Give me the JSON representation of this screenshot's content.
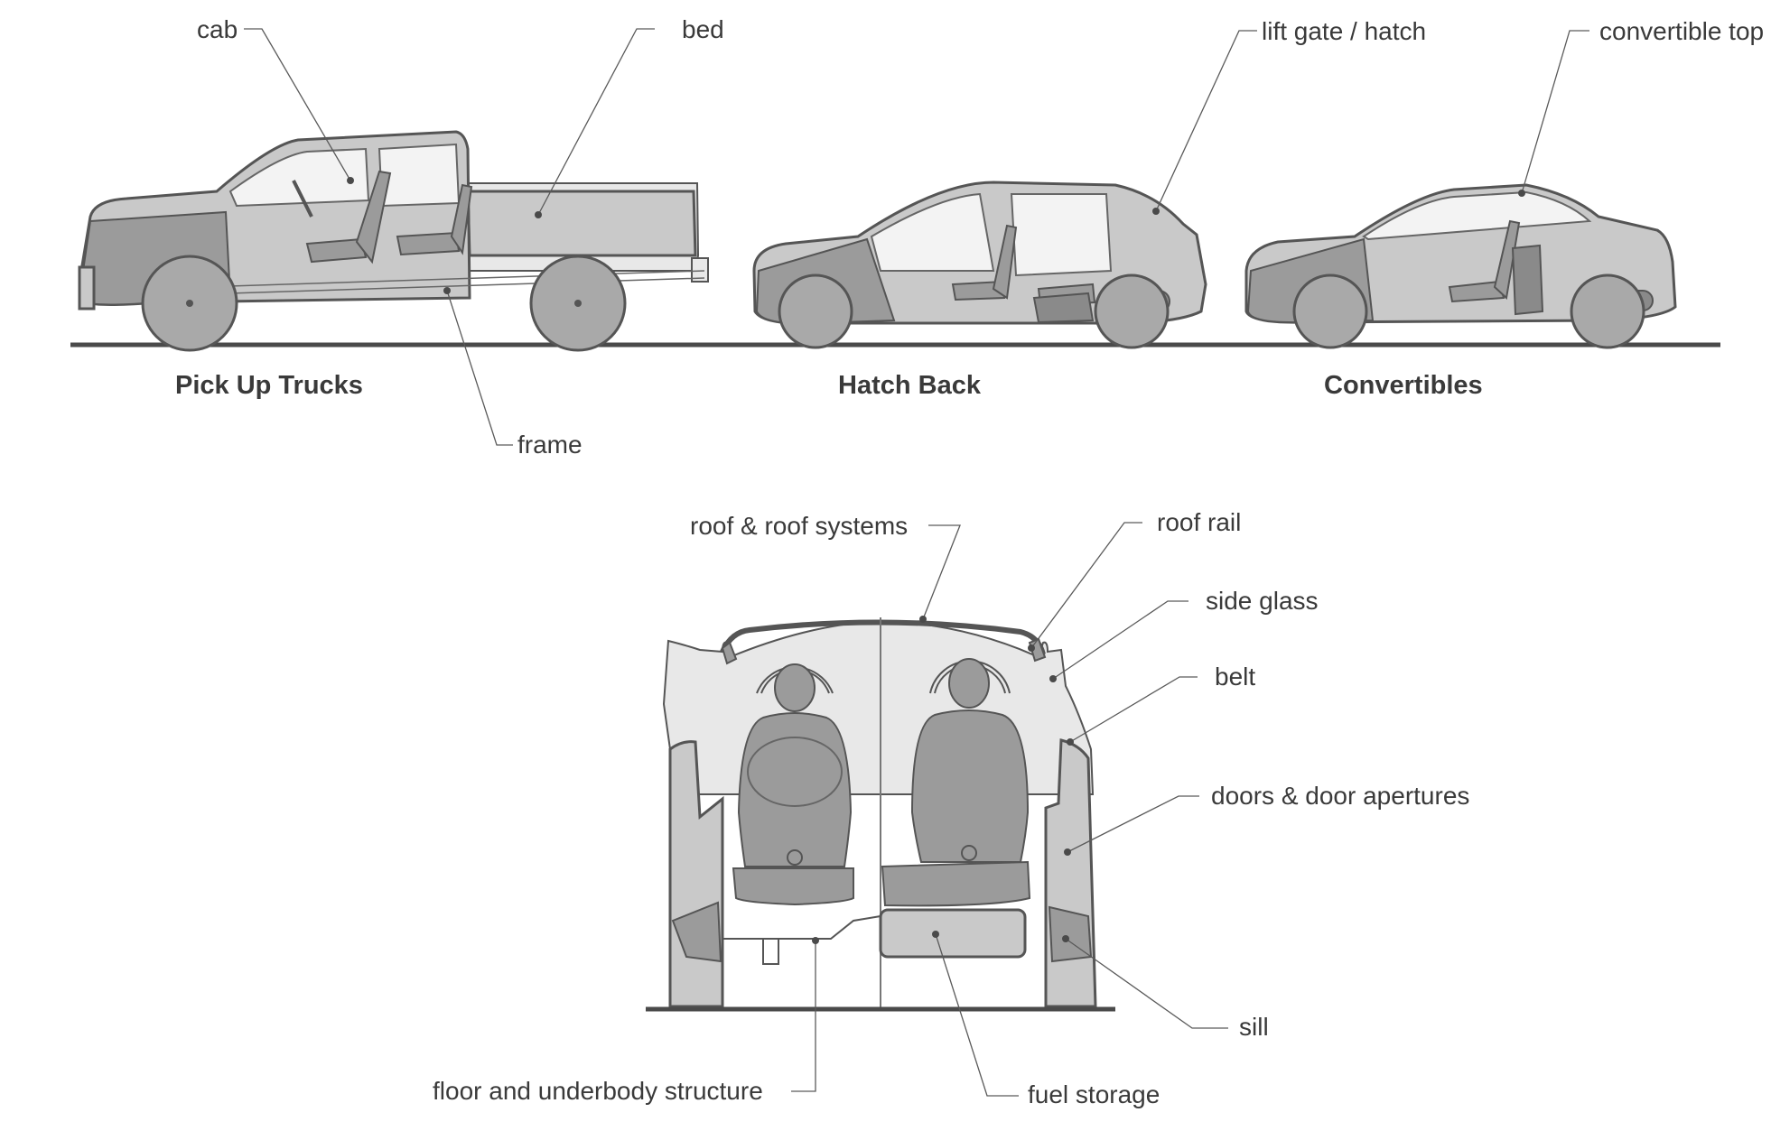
{
  "vehicles": {
    "pickup_title": "Pick Up Trucks",
    "hatchback_title": "Hatch Back",
    "convertible_title": "Convertibles"
  },
  "side_labels": {
    "cab": "cab",
    "bed": "bed",
    "frame": "frame",
    "lift_gate": "lift gate / hatch",
    "convertible_top": "convertible top"
  },
  "cross_section_labels": {
    "roof_systems": "roof & roof systems",
    "roof_rail": "roof rail",
    "side_glass": "side glass",
    "belt": "belt",
    "doors": "doors & door apertures",
    "sill": "sill",
    "floor": "floor and underbody structure",
    "fuel": "fuel storage"
  },
  "colors": {
    "body_fill": "#c9c9c9",
    "line": "#555555",
    "text": "#3a3a3a"
  }
}
